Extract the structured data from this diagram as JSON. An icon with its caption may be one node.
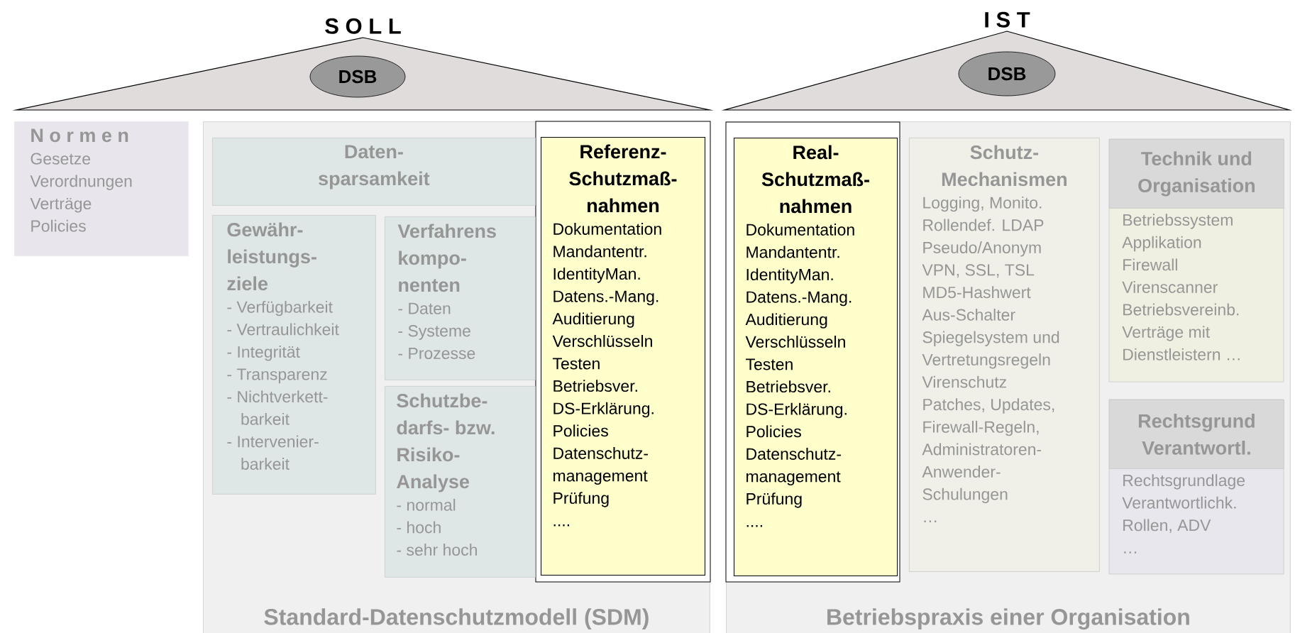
{
  "diagram": {
    "nodes": [
      {
        "text": [
          "S O L L"
        ]
      },
      {
        "text": [
          "DSB"
        ],
        "in": 0
      },
      {
        "text": [
          "I S T"
        ]
      },
      {
        "text": [
          "DSB"
        ],
        "in": 2
      },
      {
        "text": [
          "N o r m e n",
          "Gesetze",
          "Verordnungen",
          "Verträge",
          "Policies"
        ]
      },
      {
        "text": [
          "Standard-Datenschutzmodell (SDM)"
        ]
      },
      {
        "text": [
          "Daten- sparsamkeit"
        ],
        "in": 5
      },
      {
        "text": [
          "Gewähr- leistungs- ziele",
          "- Verfügbarkeit",
          "- Vertraulichkeit",
          "- Integrität",
          "- Transparenz",
          "- Nichtverkett- barkeit",
          "- Intervenier- barkeit"
        ],
        "in": 5
      },
      {
        "text": [
          "Verfahrens kompo- nenten",
          "- Daten",
          "- Systeme",
          "- Prozesse"
        ],
        "in": 5
      },
      {
        "text": [
          "Schutzbe- darfs- bzw. Risiko- Analyse",
          "- normal",
          "- hoch",
          "- sehr hoch"
        ],
        "in": 5
      },
      {
        "text": [
          "Referenz- Schutzmaß- nahmen",
          "Dokumentation",
          "Mandantentr.",
          "IdentityMan.",
          "Datens.-Mang.",
          "Auditierung",
          "Verschlüsseln",
          "Testen",
          "Betriebsver.",
          "DS-Erklärung.",
          "Policies",
          "Datenschutz- management",
          "Prüfung",
          "...."
        ],
        "in": 5
      },
      {
        "text": [
          "Betriebspraxis einer Organisation"
        ]
      },
      {
        "text": [
          "Real- Schutzmaß- nahmen",
          "Dokumentation",
          "Mandantentr.",
          "IdentityMan.",
          "Datens.-Mang.",
          "Auditierung",
          "Verschlüsseln",
          "Testen",
          "Betriebsver.",
          "DS-Erklärung.",
          "Policies",
          "Datenschutz- management",
          "Prüfung",
          "...."
        ],
        "in": 11
      },
      {
        "text": [
          "Schutz- Mechanismen",
          "Logging, Monito.",
          "Rollendef. LDAP",
          "Pseudo/Anonym",
          "VPN, SSL, TSL",
          "MD5-Hashwert",
          "Aus-Schalter",
          "Spiegelsystem und Vertretungsregeln",
          "Virenschutz",
          "Patches, Updates, Firewall-Regeln,",
          "Administratoren- Anwender- Schulungen",
          "…"
        ],
        "in": 11
      },
      {
        "text": [
          "Technik und Organisation",
          "Betriebssystem",
          "Applikation",
          "Firewall",
          "Virenscanner",
          "Betriebsvereinb.",
          "Verträge mit Dienstleistern …"
        ],
        "in": 11
      },
      {
        "text": [
          "Rechtsgrund Verantwortl.",
          "Rechtsgrundlage",
          "Verantwortlichk.",
          "Rollen, ADV",
          "…"
        ],
        "in": 11
      }
    ]
  }
}
